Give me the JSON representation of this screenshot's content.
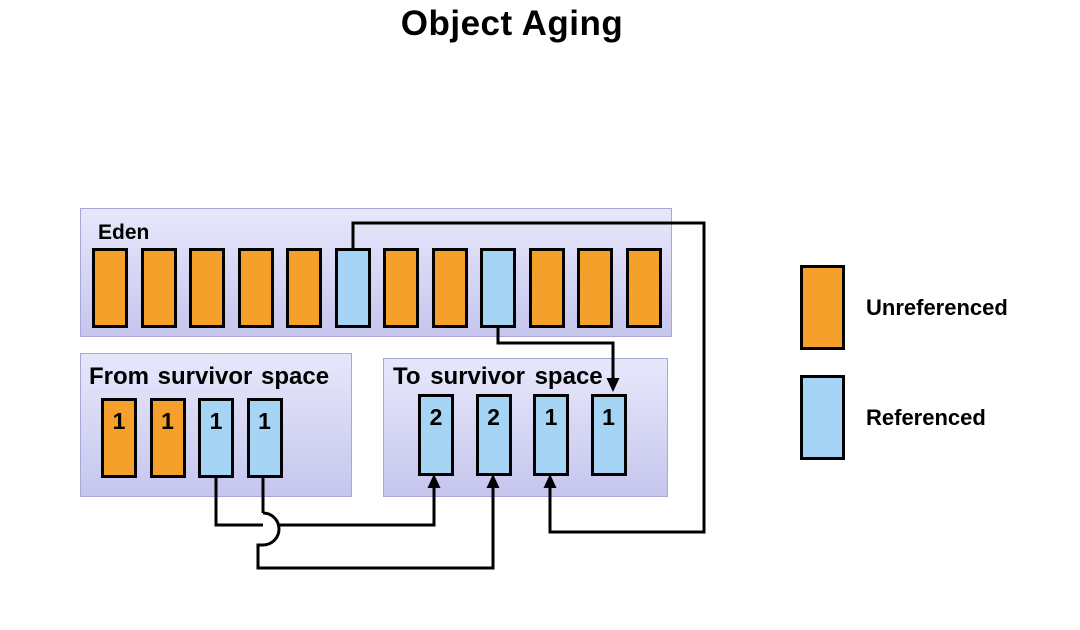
{
  "title": "Object Aging",
  "eden": {
    "label": "Eden",
    "blocks": [
      {
        "type": "unreferenced"
      },
      {
        "type": "unreferenced"
      },
      {
        "type": "unreferenced"
      },
      {
        "type": "unreferenced"
      },
      {
        "type": "unreferenced"
      },
      {
        "type": "referenced"
      },
      {
        "type": "unreferenced"
      },
      {
        "type": "unreferenced"
      },
      {
        "type": "referenced"
      },
      {
        "type": "unreferenced"
      },
      {
        "type": "unreferenced"
      },
      {
        "type": "unreferenced"
      }
    ]
  },
  "from_space": {
    "label": "From survivor space",
    "blocks": [
      {
        "type": "unreferenced",
        "age": "1"
      },
      {
        "type": "unreferenced",
        "age": "1"
      },
      {
        "type": "referenced",
        "age": "1"
      },
      {
        "type": "referenced",
        "age": "1"
      }
    ]
  },
  "to_space": {
    "label": "To survivor space",
    "blocks": [
      {
        "type": "referenced",
        "age": "2"
      },
      {
        "type": "referenced",
        "age": "2"
      },
      {
        "type": "referenced",
        "age": "1"
      },
      {
        "type": "referenced",
        "age": "1"
      }
    ]
  },
  "legend": {
    "items": [
      {
        "type": "unreferenced",
        "label": "Unreferenced"
      },
      {
        "type": "referenced",
        "label": "Referenced"
      }
    ]
  },
  "colors": {
    "unreferenced": "#F5A02B",
    "referenced": "#A6D4F4",
    "connector": "#000000",
    "panel_top": "#E7E7FB",
    "panel_bottom": "#C6C6EE",
    "panel_border": "#A8A8D8"
  }
}
